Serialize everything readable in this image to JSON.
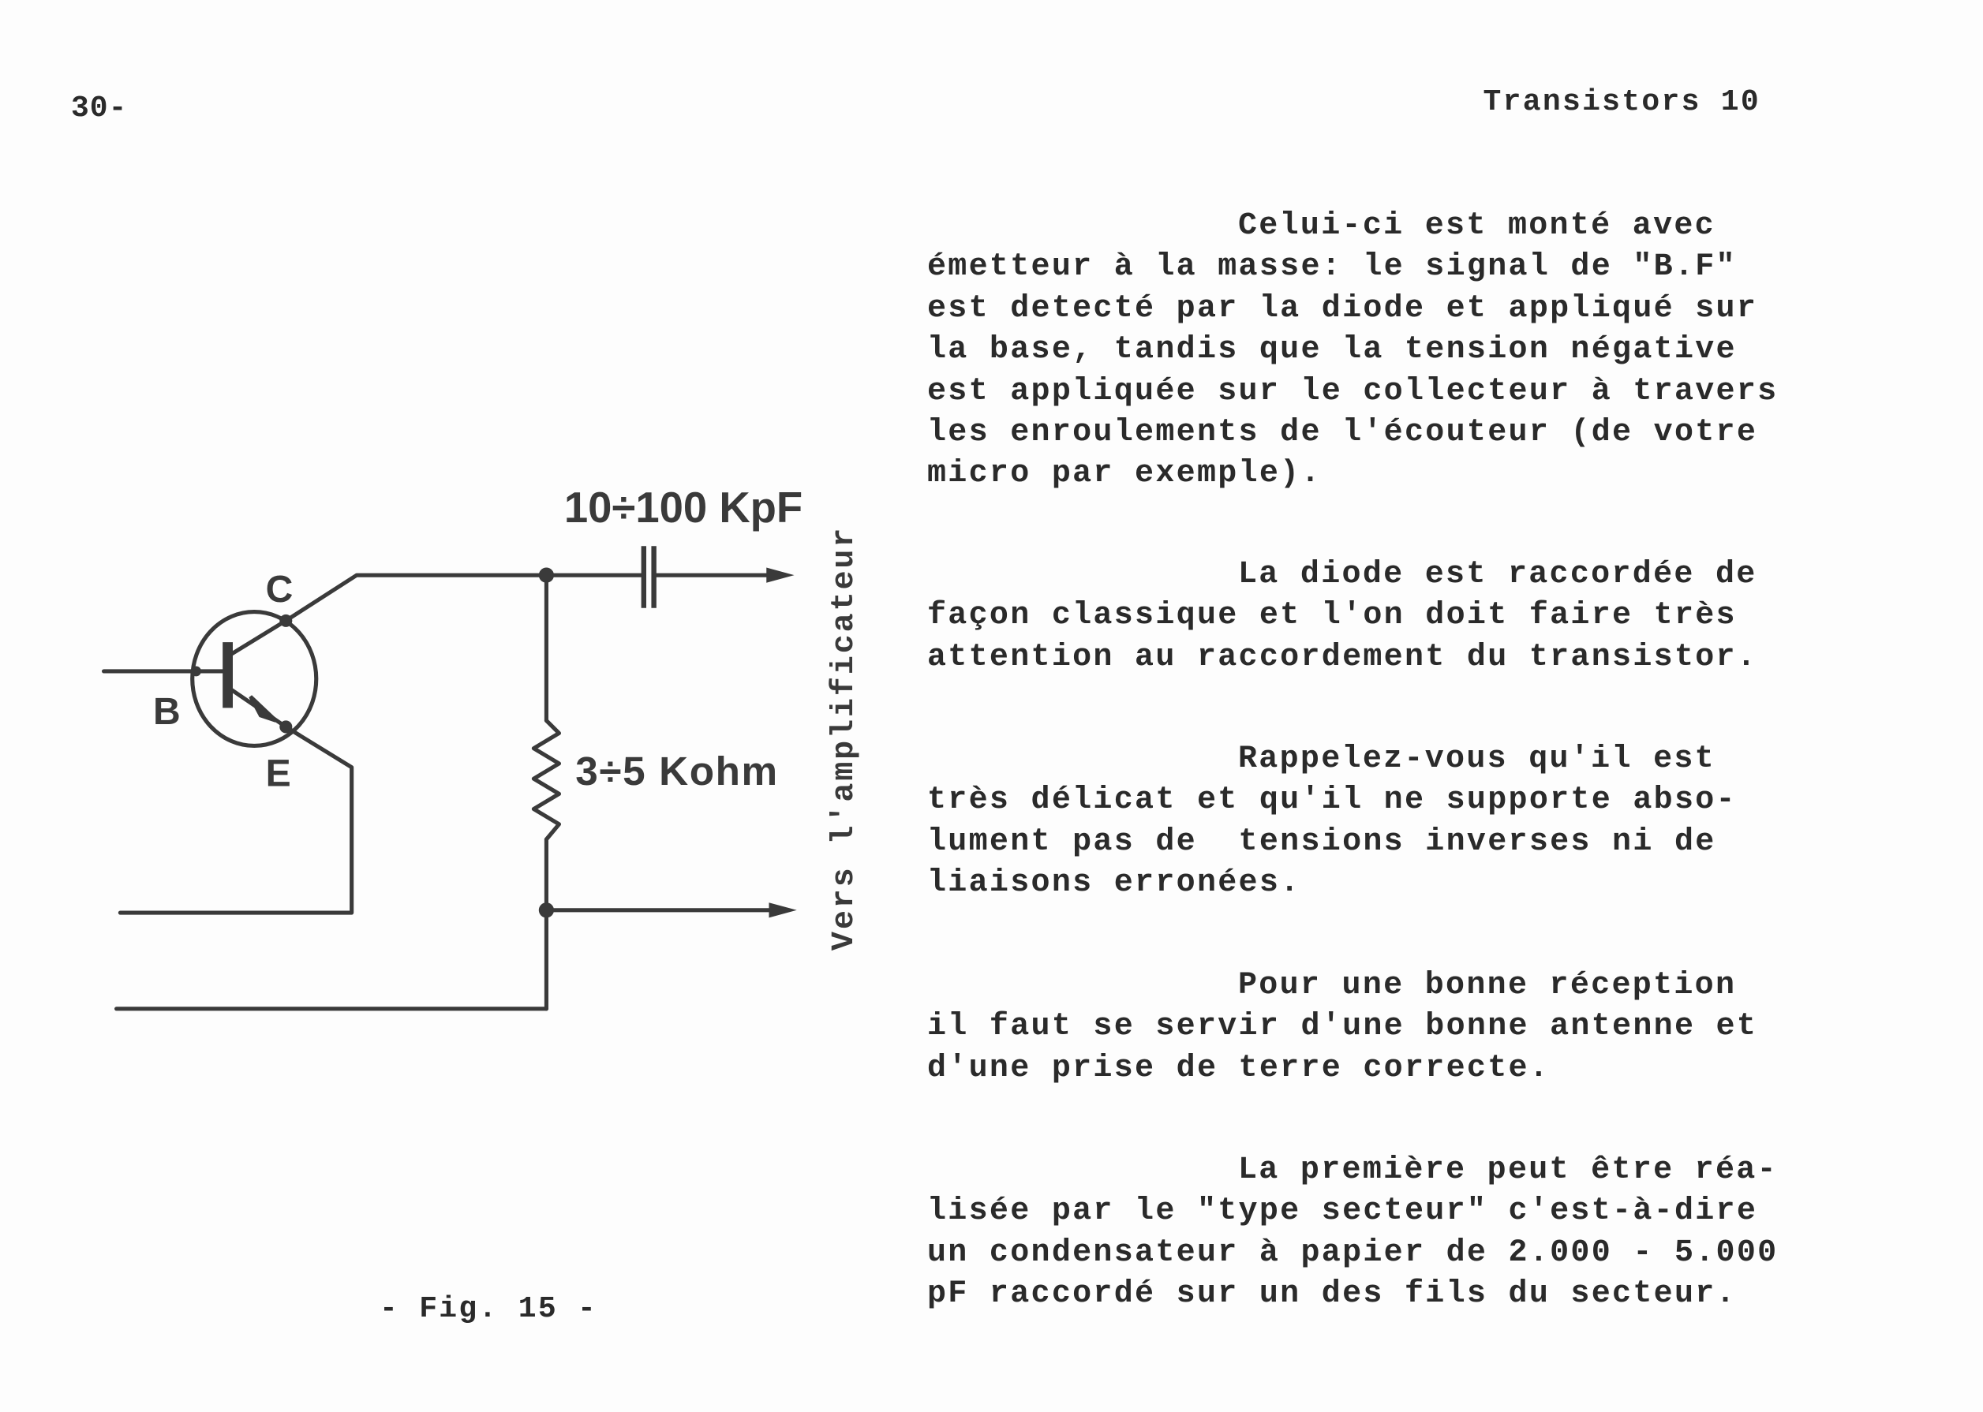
{
  "header": {
    "page_number": "30-",
    "running_title": "Transistors 10"
  },
  "figure": {
    "caption": "- Fig. 15 -",
    "labels": {
      "collector": "C",
      "base": "B",
      "emitter": "E",
      "capacitor": "10÷100 KpF",
      "resistor": "3÷5 Kohm",
      "output": "Vers l'amplificateur"
    }
  },
  "paragraphs": [
    {
      "lines": [
        "Celui-ci est monté avec",
        "émetteur à la masse: le signal de \"B.F\"",
        "est detecté par la diode et appliqué sur",
        "la base, tandis que la tension négative",
        "est appliquée sur le collecteur à travers",
        "les enroulements de l'écouteur (de votre",
        "micro par exemple)."
      ]
    },
    {
      "lines": [
        "La diode est raccordée de",
        "façon classique et l'on doit faire très",
        "attention au raccordement du transistor."
      ]
    },
    {
      "lines": [
        "Rappelez-vous qu'il est",
        "très délicat et qu'il ne supporte abso-",
        "lument pas de  tensions inverses ni de",
        "liaisons erronées."
      ]
    },
    {
      "lines": [
        "Pour une bonne réception",
        "il faut se servir d'une bonne antenne et",
        "d'une prise de terre correcte."
      ]
    },
    {
      "lines": [
        "La première peut être réa-",
        "lisée par le \"type secteur\" c'est-à-dire",
        "un condensateur à papier de 2.000 - 5.000",
        "pF raccordé sur un des fils du secteur."
      ]
    }
  ]
}
